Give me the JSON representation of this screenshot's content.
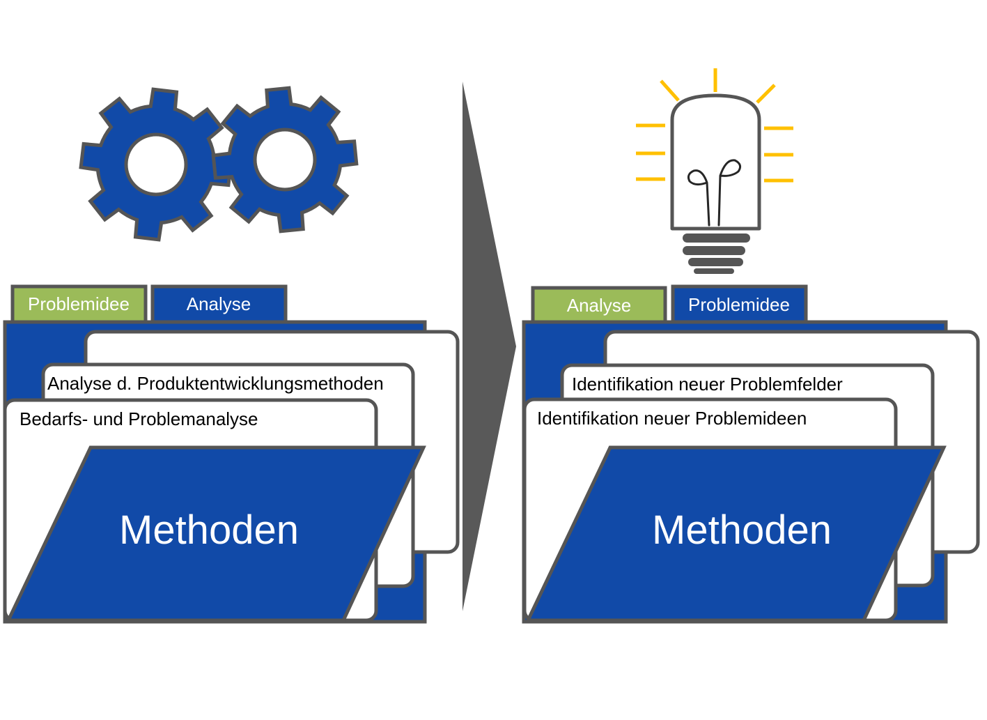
{
  "colors": {
    "blue": "#114aa8",
    "green": "#9bbb59",
    "outline": "#555555",
    "white": "#ffffff",
    "yellow": "#ffc000"
  },
  "icons": {
    "left": "gears-icon",
    "center": "arrow-right-icon",
    "right": "light-bulb-icon"
  },
  "left": {
    "tab_back": "Problemidee",
    "tab_front": "Analyse",
    "card_middle": "Analyse d. Produktentwicklungsmethoden",
    "card_front": "Bedarfs- und Problemanalyse",
    "folder_label": "Methoden"
  },
  "right": {
    "tab_back": "Analyse",
    "tab_front": "Problemidee",
    "card_middle": "Identifikation neuer Problemfelder",
    "card_front": "Identifikation neuer Problemideen",
    "folder_label": "Methoden"
  }
}
